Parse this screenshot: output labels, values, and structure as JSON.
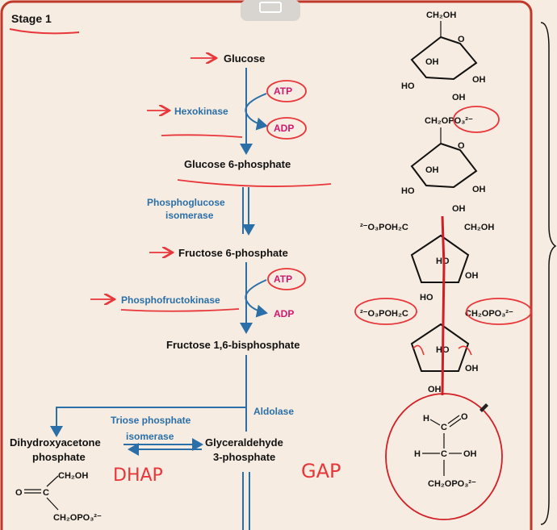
{
  "stage_label": "Stage 1",
  "molecules": {
    "glucose": "Glucose",
    "glucose_6p": "Glucose 6-phosphate",
    "fructose_6p": "Fructose 6-phosphate",
    "fructose_16bp": "Fructose 1,6-bisphosphate",
    "dhap_line1": "Dihydroxyacetone",
    "dhap_line2": "phosphate",
    "gap_line1": "Glyceraldehyde",
    "gap_line2": "3-phosphate"
  },
  "enzymes": {
    "hexokinase": "Hexokinase",
    "pgi_line1": "Phosphoglucose",
    "pgi_line2": "isomerase",
    "pfk": "Phosphofructokinase",
    "aldolase": "Aldolase",
    "tpi_line1": "Triose phosphate",
    "tpi_line2": "isomerase"
  },
  "cofactors": {
    "atp1": "ATP",
    "adp1": "ADP",
    "atp2": "ATP",
    "adp2": "ADP"
  },
  "handwritten": {
    "dhap": "DHAP",
    "gap": "GAP"
  },
  "chem_labels": {
    "ch2oh": "CH₂OH",
    "oh": "OH",
    "ho": "HO",
    "o": "O",
    "ch2opo3": "CH₂OPO₃²⁻",
    "o3poh2c": "²⁻O₃POH₂C",
    "h": "H",
    "c": "C",
    "o_eq": "O"
  },
  "colors": {
    "background": "#f6ece1",
    "border": "#c0392b",
    "enzyme": "#2a6fa8",
    "cofactor": "#d2176e",
    "annotation": "#e8363a"
  }
}
